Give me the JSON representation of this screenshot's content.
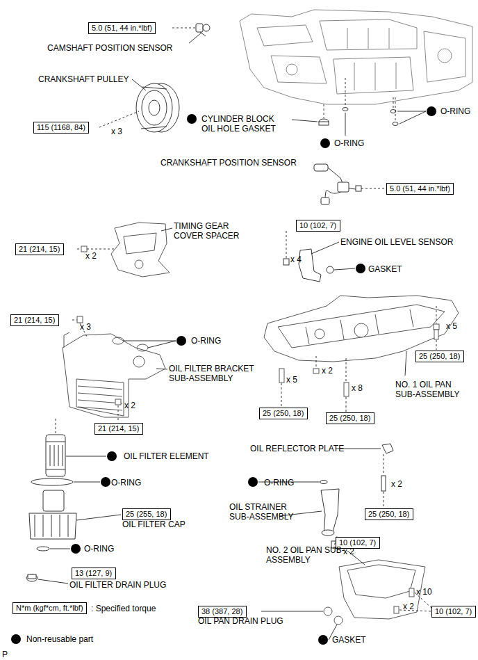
{
  "diagram": {
    "nodes": [
      {
        "text": [
          "5.0 (51, 44 in.*lbf)"
        ]
      },
      {
        "text": [
          "115 (1168, 84)"
        ]
      },
      {
        "text": [
          "5.0 (51, 44 in.*lbf)"
        ]
      },
      {
        "text": [
          "21 (214, 15)"
        ]
      },
      {
        "text": [
          "10 (102, 7)"
        ]
      },
      {
        "text": [
          "21 (214, 15)"
        ]
      },
      {
        "text": [
          "25 (250, 18)"
        ]
      },
      {
        "text": [
          "21 (214, 15)"
        ]
      },
      {
        "text": [
          "25 (250, 18)"
        ]
      },
      {
        "text": [
          "25 (250, 18)"
        ]
      },
      {
        "text": [
          "25 (255, 18)"
        ]
      },
      {
        "text": [
          "25 (250, 18)"
        ]
      },
      {
        "text": [
          "10 (102, 7)"
        ]
      },
      {
        "text": [
          "13 (127, 9)"
        ]
      },
      {
        "text": [
          "10 (102, 7)"
        ]
      },
      {
        "text": [
          "38 (387, 28)"
        ]
      },
      {
        "text": [
          "N*m (kgf*cm, ft.*lbf)"
        ]
      }
    ],
    "edges": [],
    "labels": [
      "CAMSHAFT POSITION SENSOR",
      "CRANKSHAFT PULLEY",
      "x 3",
      "CYLINDER BLOCK OIL HOLE GASKET",
      "O-RING",
      "O-RING",
      "CRANKSHAFT POSITION SENSOR",
      "TIMING GEAR COVER SPACER",
      "x 2",
      "ENGINE OIL LEVEL SENSOR",
      "x 4",
      "GASKET",
      "x 3",
      "O-RING",
      "OIL FILTER BRACKET SUB-ASSEMBLY",
      "x 2",
      "x 5",
      "x 2",
      "x 5",
      "x 8",
      "NO. 1 OIL PAN SUB-ASSEMBLY",
      "OIL FILTER ELEMENT",
      "OIL REFLECTOR PLATE",
      "O-RING",
      "x 2",
      "O-RING",
      "OIL STRAINER SUB-ASSEMBLY",
      "OIL FILTER CAP",
      "x 2",
      "O-RING",
      "NO. 2 OIL PAN SUB-ASSEMBLY",
      "x 10",
      "x 2",
      "OIL FILTER DRAIN PLUG",
      "OIL PAN DRAIN PLUG",
      "GASKET",
      "P"
    ],
    "legend": [
      {
        "text": ": Specified torque"
      },
      {
        "text": "Non-reusable part",
        "color": "#000000"
      }
    ]
  }
}
